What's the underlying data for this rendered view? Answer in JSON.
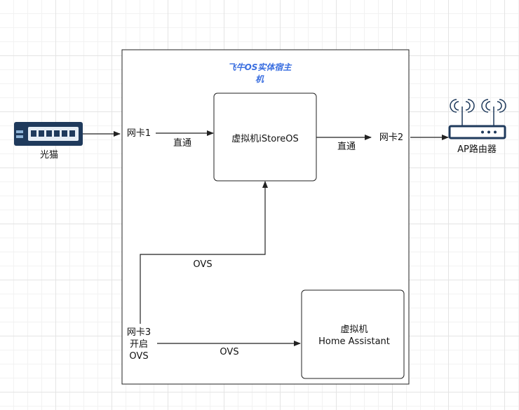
{
  "host": {
    "title_line1": "飞牛OS实体宿主",
    "title_line2": "机"
  },
  "devices": {
    "modem_label": "光猫",
    "router_label": "AP路由器"
  },
  "nics": {
    "nic1": "网卡1",
    "nic2": "网卡2",
    "nic3_line1": "网卡3",
    "nic3_line2": "开启",
    "nic3_line3": "OVS"
  },
  "vms": {
    "istore": "虚拟机iStoreOS",
    "ha_line1": "虚拟机",
    "ha_line2": "Home Assistant"
  },
  "links": {
    "direct1": "直通",
    "direct2": "直通",
    "ovs_up": "OVS",
    "ovs_ha": "OVS"
  },
  "colors": {
    "title": "#3b6fe0",
    "device": "#1f3a5c",
    "line": "#222222"
  }
}
